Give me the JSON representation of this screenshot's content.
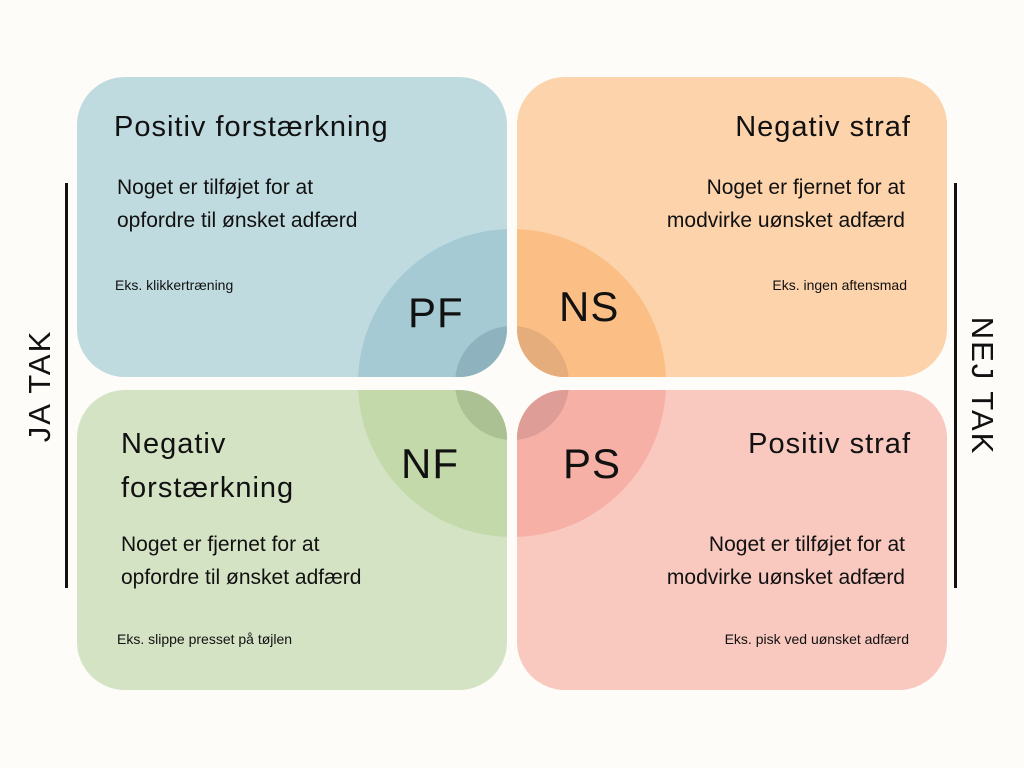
{
  "quadrants": {
    "tl": {
      "title": "Positiv forstærkning",
      "desc1": "Noget er tilføjet for at",
      "desc2": "opfordre til ønsket adfærd",
      "example": "Eks. klikkertræning",
      "abbr": "PF",
      "color": "#c0dbe0"
    },
    "tr": {
      "title": "Negativ straf",
      "desc1": "Noget er fjernet for at",
      "desc2": "modvirke uønsket adfærd",
      "example": "Eks. ingen aftensmad",
      "abbr": "NS",
      "color": "#fcd3ab"
    },
    "bl": {
      "title1": "Negativ",
      "title2": "forstærkning",
      "desc1": "Noget er fjernet for at",
      "desc2": "opfordre til ønsket adfærd",
      "example": "Eks. slippe presset på tøjlen",
      "abbr": "NF",
      "color": "#d5e3c5"
    },
    "br": {
      "title": "Positiv straf",
      "desc1": "Noget er tilføjet for at",
      "desc2": "modvirke uønsket adfærd",
      "example": "Eks. pisk ved uønsket adfærd",
      "abbr": "PS",
      "color": "#f9c9c0"
    }
  },
  "side_labels": {
    "left": "JA TAK",
    "right": "NEJ TAK"
  }
}
